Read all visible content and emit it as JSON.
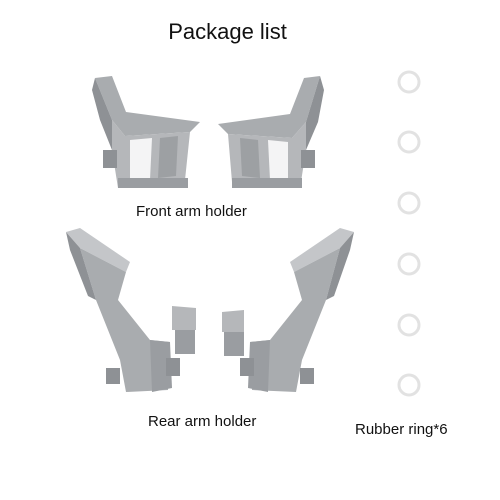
{
  "package": {
    "title": "Package list",
    "items": [
      {
        "label": "Front arm holder"
      },
      {
        "label": "Rear arm holder"
      },
      {
        "label": "Rubber ring*6",
        "count": 6
      }
    ]
  },
  "colors": {
    "part": "#a9acaf",
    "part_shade": "#8e9195",
    "part_light": "#c4c6c9",
    "ring": "#e2e2e2"
  }
}
